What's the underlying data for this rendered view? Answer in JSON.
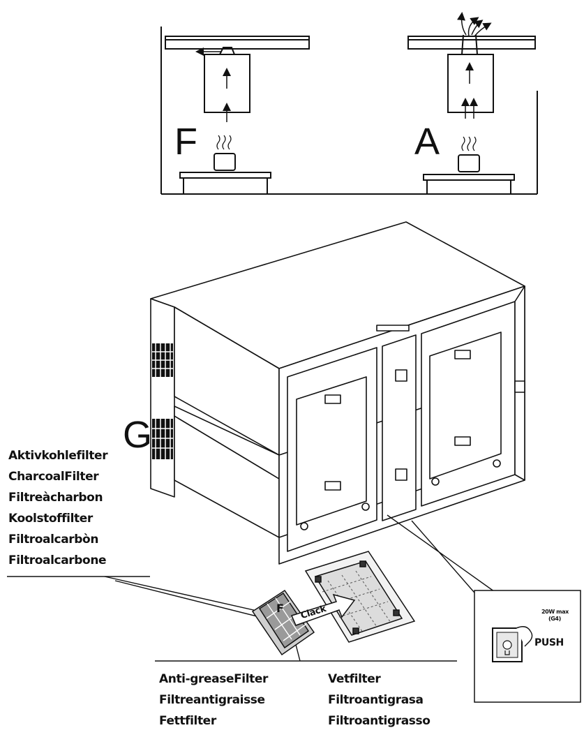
{
  "figure_top": {
    "mode_left_letter": "F",
    "mode_right_letter": "A"
  },
  "figure_main": {
    "part_letter": "G",
    "filter_letter": "F",
    "click_label": "Clack",
    "inset": {
      "lamp_spec_line1": "20W max",
      "lamp_spec_line2": "(G4)",
      "push_label": "PUSH"
    }
  },
  "labels": {
    "charcoal_filter": [
      "Aktivkohlefilter",
      "CharcoalFilter",
      "Filtreàcharbon",
      "Koolstoffilter",
      "Filtroalcarbòn",
      "Filtroalcarbone"
    ],
    "grease_filter_left": [
      "Anti-greaseFilter",
      "Filtreantigraisse",
      "Fettfilter"
    ],
    "grease_filter_right": [
      "Vetfilter",
      "Filtroantigrasa",
      "Filtroantigrasso"
    ]
  }
}
